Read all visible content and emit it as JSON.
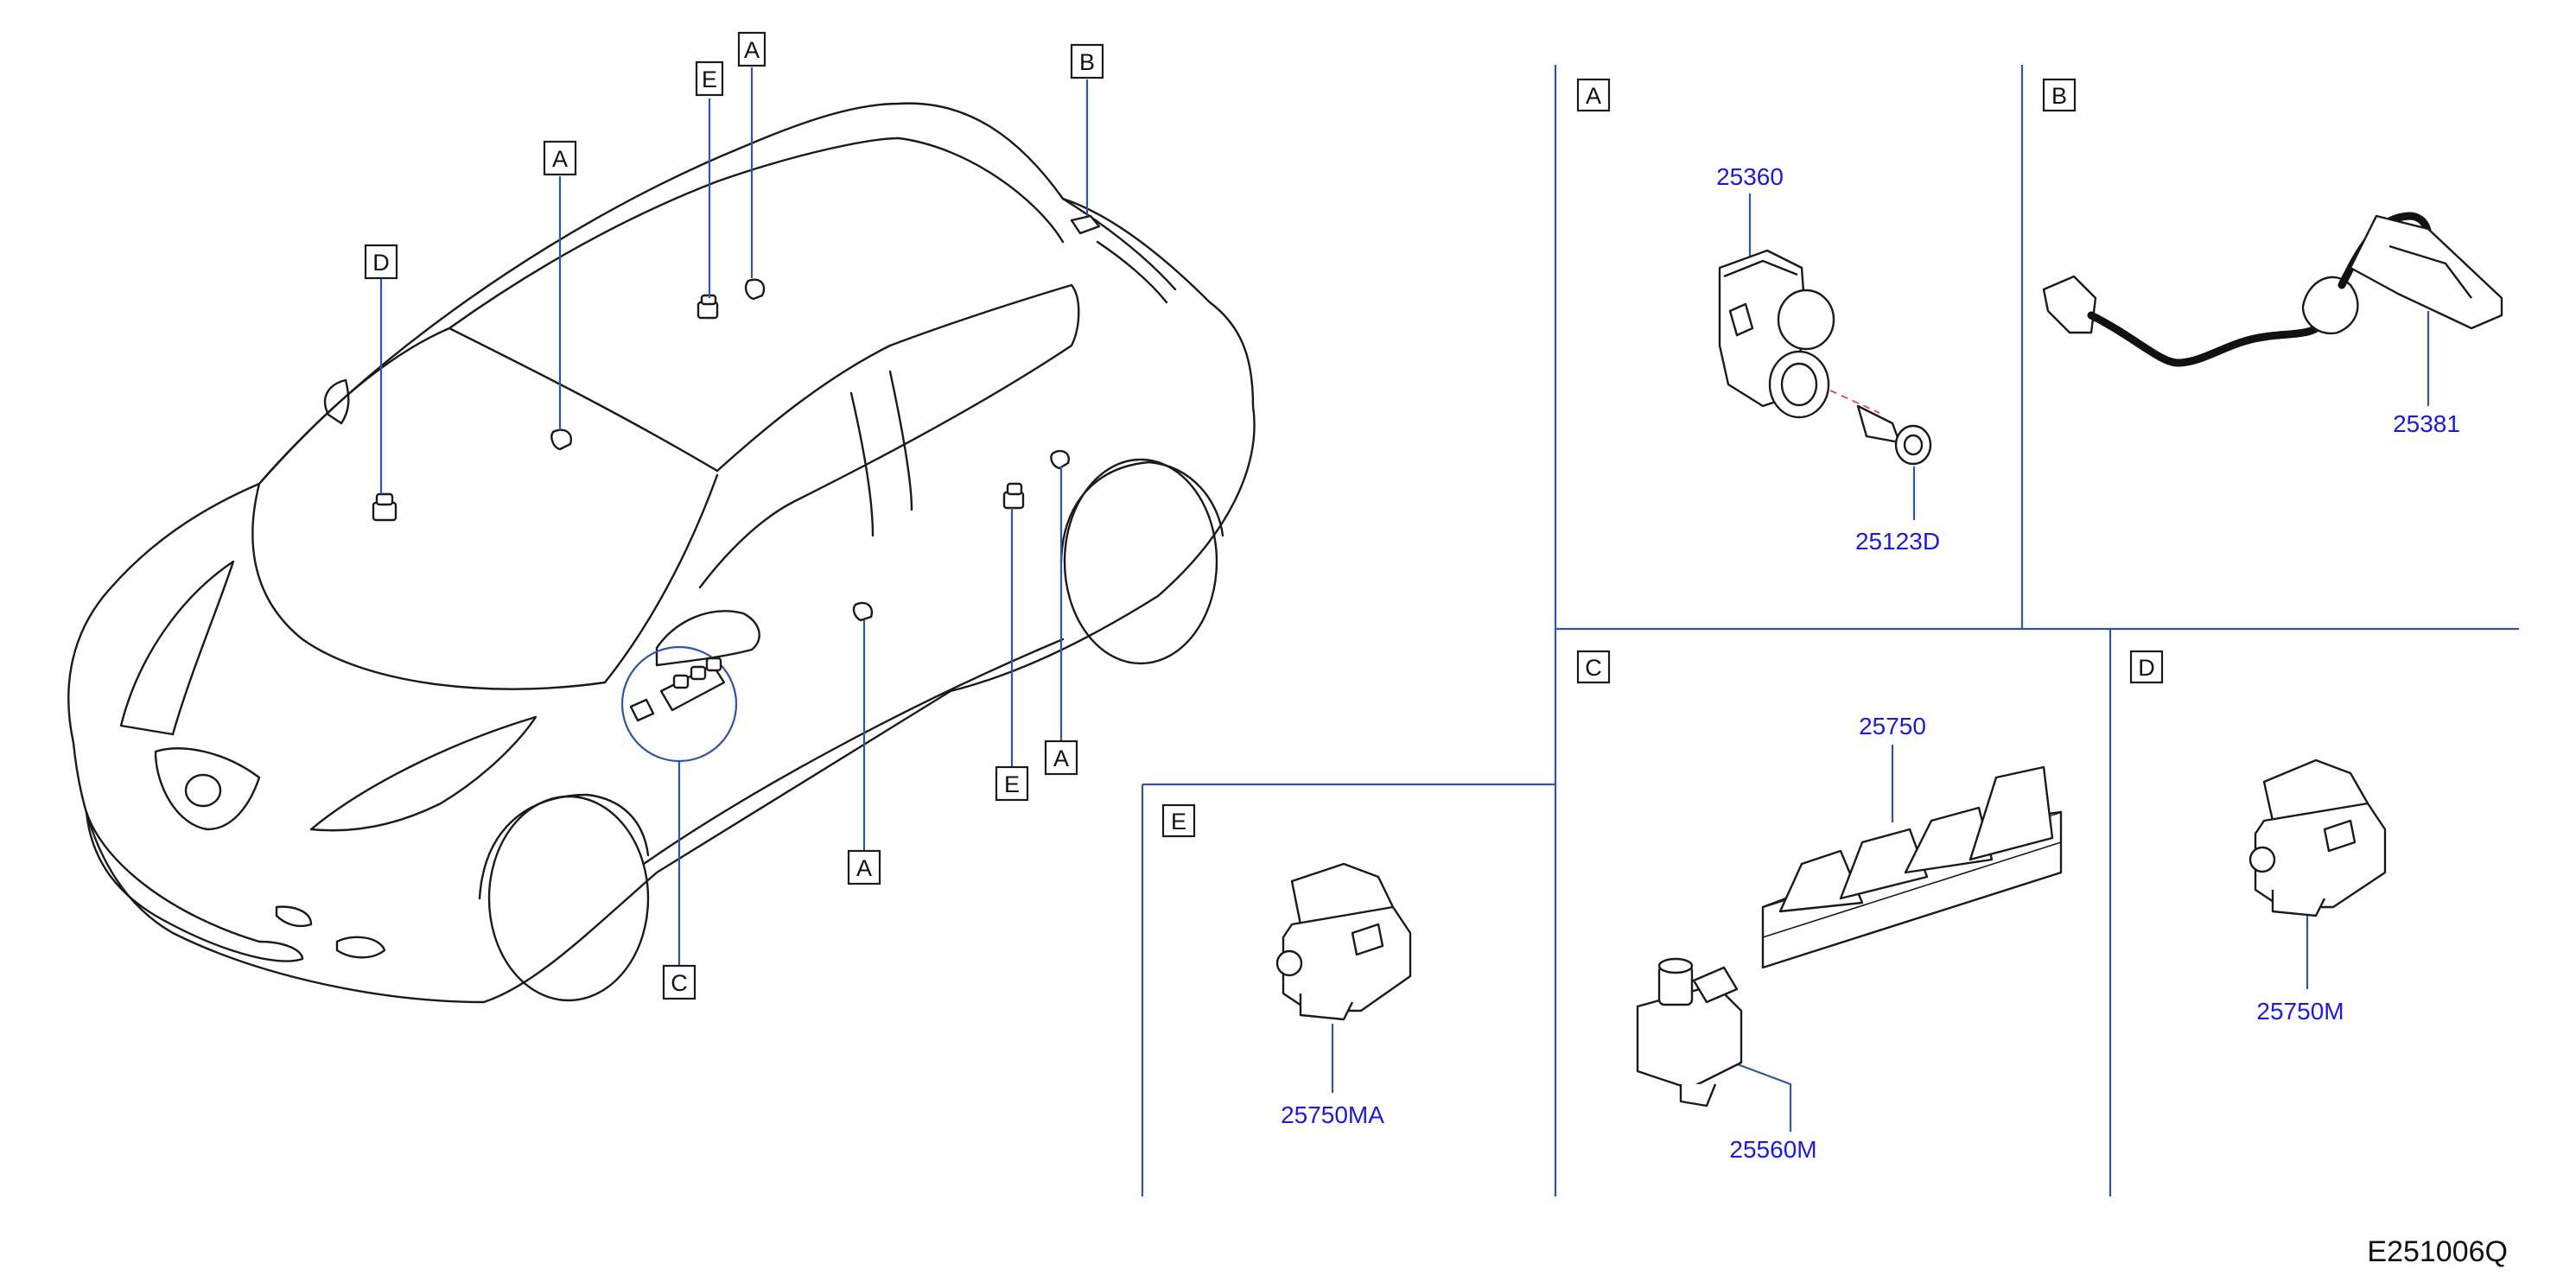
{
  "colors": {
    "lines": "#1a1a1a",
    "leaders": "#2f54a8",
    "part_numbers": "#1b1bd8",
    "background": "#ffffff"
  },
  "car_callouts": {
    "e_top": "E",
    "a_top": "A",
    "b_rear": "B",
    "a_windshield": "A",
    "d_left": "D",
    "c_door": "C",
    "a_lower": "A",
    "e_lower": "E",
    "a_rear_lower": "A"
  },
  "panels": {
    "A": {
      "tag": "A",
      "parts": [
        "25360",
        "25123D"
      ]
    },
    "B": {
      "tag": "B",
      "parts": [
        "25381"
      ]
    },
    "C": {
      "tag": "C",
      "parts": [
        "25750",
        "25560M"
      ]
    },
    "D": {
      "tag": "D",
      "parts": [
        "25750M"
      ]
    },
    "E": {
      "tag": "E",
      "parts": [
        "25750MA"
      ]
    }
  },
  "diagram_code": "E251006Q"
}
